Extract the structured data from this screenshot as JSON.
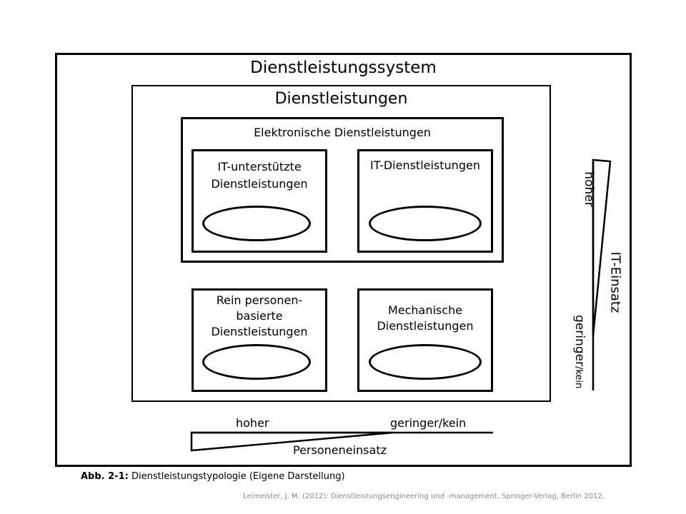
{
  "diagram": {
    "system_title": "Dienstleistungssystem",
    "services_title": "Dienstleistungen",
    "electronic_title": "Elektronische Dienstleistungen",
    "it_supported": "IT-unterstützte\nDienstleistungen",
    "it_services": "IT-Dienstleistungen",
    "personal": "Rein personen-\nbasierte\nDienstleistungen",
    "mechanical": "Mechanische\nDienstleistungen",
    "personnel_axis": {
      "high": "hoher",
      "low": "geringer/kein",
      "label": "Personeneinsatz"
    },
    "it_axis": {
      "high": "hoher",
      "label": "IT-Einsatz",
      "low_main": "geringer",
      "low_suffix": "/kein"
    }
  },
  "caption": {
    "prefix": "Abb. 2-1:",
    "text": " Dienstleistungstypologie (Eigene Darstellung)"
  },
  "source": "Leimeister, J. M. (2012): Dienstleistungsengineering und -management. Springer-Verlag, Berlin 2012."
}
